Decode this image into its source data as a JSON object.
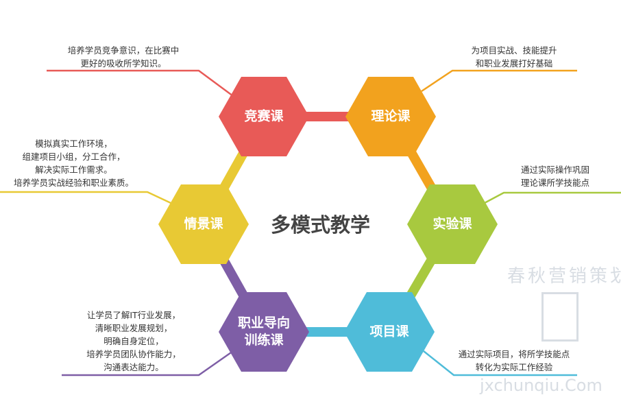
{
  "title": "多模式教学",
  "colors": {
    "red": "#e85a57",
    "orange": "#f2a21e",
    "green": "#a8c93f",
    "blue": "#4fbcd9",
    "purple": "#7e5ea6",
    "yellow": "#e8c934"
  },
  "nodes": [
    {
      "label": "竞赛课",
      "color": "#e85a57",
      "note": [
        "培养学员竞争意识，在比赛中",
        "更好的吸收所学知识。"
      ]
    },
    {
      "label": "理论课",
      "color": "#f2a21e",
      "note": [
        "为项目实战、技能提升",
        "和职业发展打好基础"
      ]
    },
    {
      "label": "实验课",
      "color": "#a8c93f",
      "note": [
        "通过实际操作巩固",
        "理论课所学技能点"
      ]
    },
    {
      "label": "项目课",
      "color": "#4fbcd9",
      "note": [
        "通过实际项目，将所学技能点",
        "转化为实际工作经验"
      ]
    },
    {
      "label1": "职业导向",
      "label2": "训练课",
      "color": "#7e5ea6",
      "note": [
        "让学员了解IT行业发展，",
        "清晰职业发展规划，",
        "明确自身定位，",
        "培养学员团队协作能力，",
        "沟通表达能力。"
      ]
    },
    {
      "label": "情景课",
      "color": "#e8c934",
      "note": [
        "模拟真实工作环境，",
        "组建项目小组，分工合作，",
        "解决实际工作需求。",
        "培养学员实战经验和职业素质。"
      ]
    }
  ],
  "watermark": {
    "text": "春秋营销策划",
    "url": "jxchunqiu.Com"
  }
}
